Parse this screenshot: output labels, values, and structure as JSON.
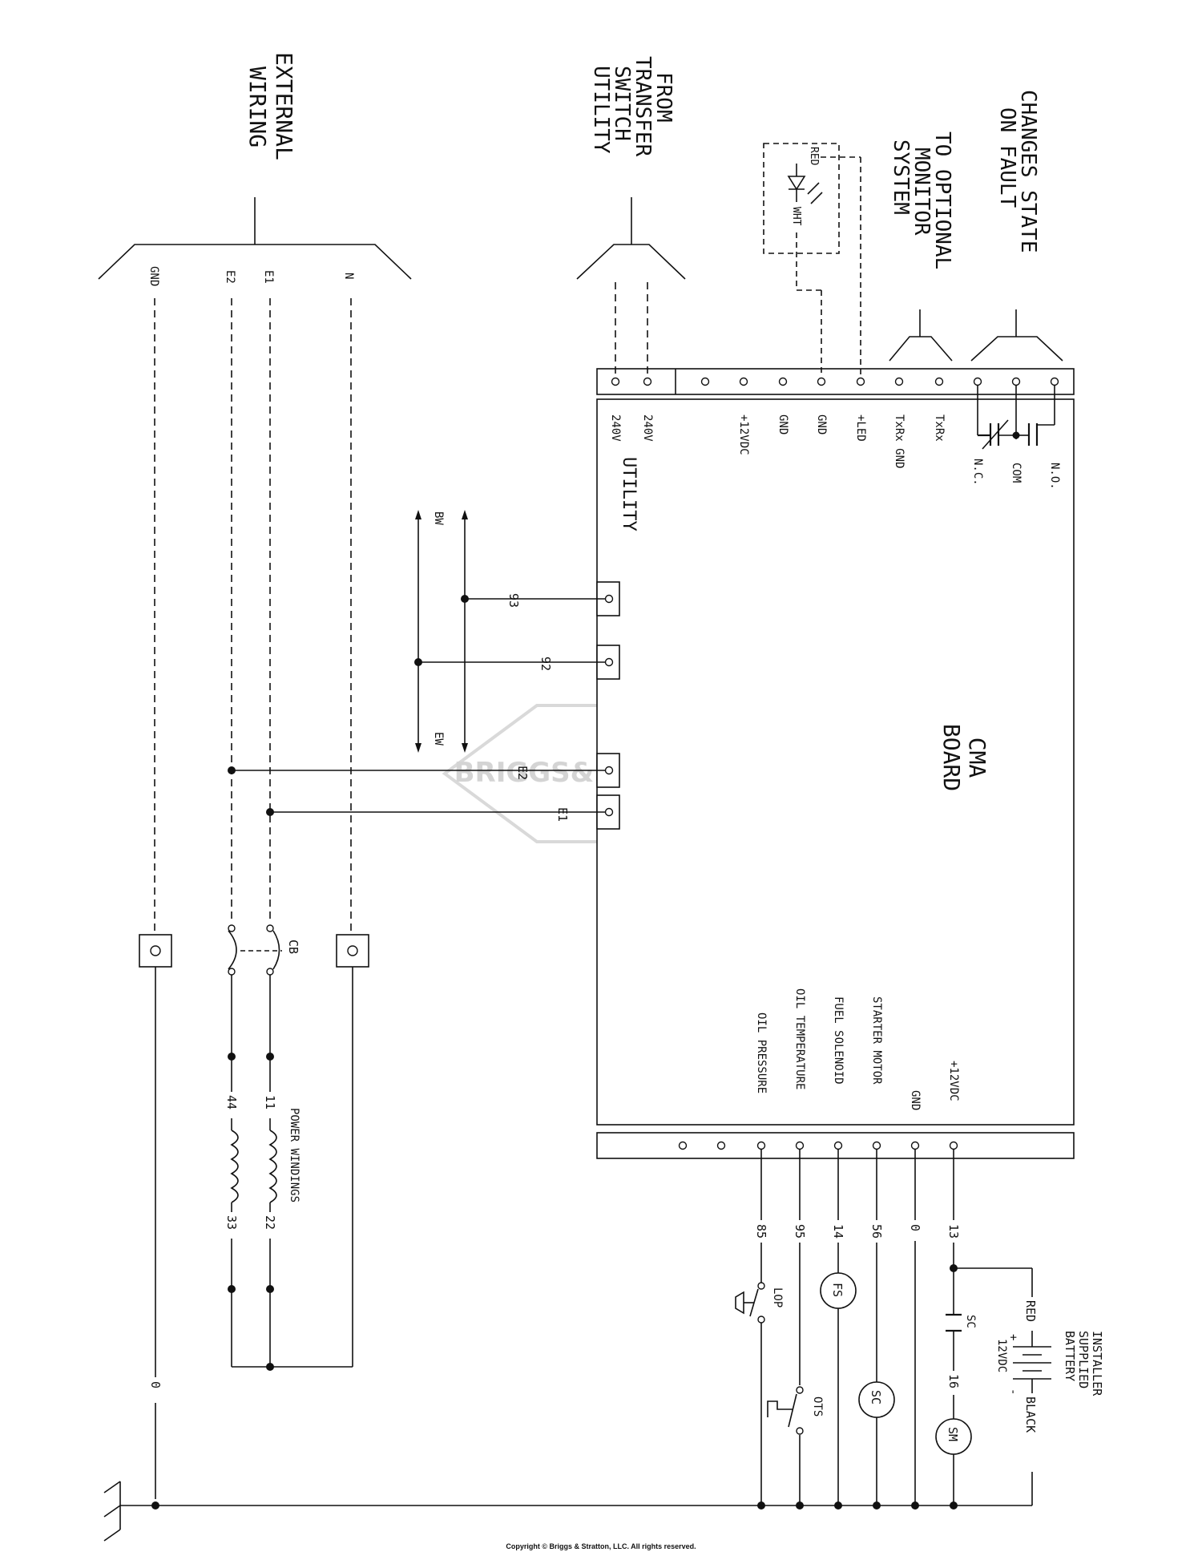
{
  "labels": {
    "external_wiring": [
      "EXTERNAL",
      "WIRING"
    ],
    "from_transfer_switch": [
      "FROM",
      "TRANSFER",
      "SWITCH",
      "UTILITY"
    ],
    "to_optional_monitor": [
      "TO OPTIONAL",
      "MONITOR",
      "SYSTEM"
    ],
    "changes_state": [
      "CHANGES STATE",
      "ON FAULT"
    ],
    "cma_board": [
      "CMA",
      "BOARD"
    ],
    "utility": "UTILITY",
    "power_windings": "POWER WINDINGS",
    "installer_battery": [
      "INSTALLER",
      "SUPPLIED",
      "BATTERY"
    ]
  },
  "external_wires": [
    "GND",
    "E2",
    "E1",
    "N"
  ],
  "led": {
    "red": "RED",
    "wht": "WHT"
  },
  "top_terminal_labels": [
    "240V",
    "240V",
    "+12VDC",
    "GND",
    "GND",
    "+LED",
    "TxRx GND",
    "TxRx",
    "N.C.",
    "COM",
    "N.O."
  ],
  "bottom_terminal_labels": [
    "OIL PRESSURE",
    "OIL TEMPERATURE",
    "FUEL SOLENOID",
    "STARTER MOTOR",
    "GND",
    "+12VDC"
  ],
  "wire_numbers": {
    "w93": "93",
    "w92": "92",
    "e2": "E2",
    "e1": "E1",
    "bw": "BW",
    "ew": "EW",
    "w85": "85",
    "w95": "95",
    "w14": "14",
    "w56": "56",
    "w0": "0",
    "w13": "13",
    "w44": "44",
    "w33": "33",
    "w11": "11",
    "w22": "22",
    "w0_gnd": "0",
    "w16": "16"
  },
  "components": {
    "cb": "CB",
    "lop": "LOP",
    "ots": "OTS",
    "fs": "FS",
    "sc_relay": "SC",
    "sc_contact": "SC",
    "sm": "SM"
  },
  "battery": {
    "red": "RED",
    "black": "BLACK",
    "voltage": "12VDC",
    "plus": "+",
    "minus": "-"
  },
  "watermark": "BRIGGS&STRATTON",
  "copyright": "Copyright © Briggs & Stratton, LLC. All rights reserved."
}
